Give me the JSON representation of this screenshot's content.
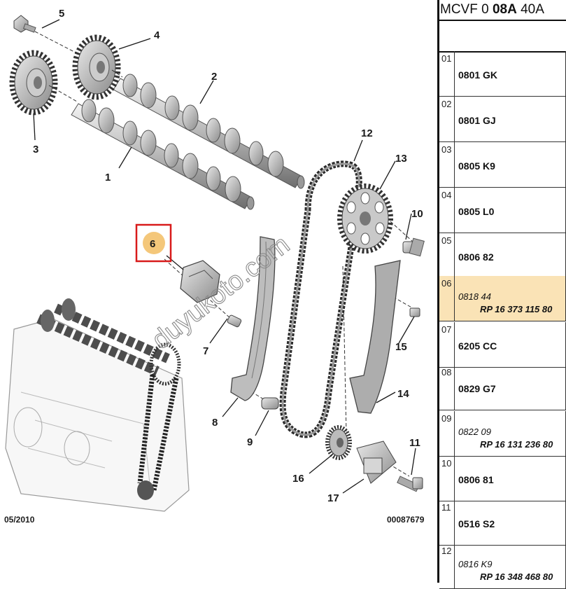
{
  "diagram": {
    "callouts": [
      "1",
      "2",
      "3",
      "4",
      "5",
      "6",
      "7",
      "8",
      "9",
      "10",
      "11",
      "12",
      "13",
      "14",
      "15",
      "16",
      "17"
    ],
    "highlighted_callout": "6",
    "date_code": "05/2010",
    "figure_number": "00087679",
    "watermark": "duyukoto.com",
    "highlight_color": "#d81b1b",
    "marker_color": "#f4c77a"
  },
  "parts_table": {
    "title_prefix": "MCVF 0 ",
    "title_bold": "08A",
    "title_suffix": " 40A",
    "selected_row": "06",
    "rows": [
      {
        "num": "01",
        "code": "0801 GK",
        "ref": ""
      },
      {
        "num": "02",
        "code": "0801 GJ",
        "ref": ""
      },
      {
        "num": "03",
        "code": "0805 K9",
        "ref": ""
      },
      {
        "num": "04",
        "code": "0805 L0",
        "ref": ""
      },
      {
        "num": "05",
        "code": "0806 82",
        "ref": ""
      },
      {
        "num": "06",
        "code": "0818 44",
        "ref": "RP 16 373 115 80"
      },
      {
        "num": "07",
        "code": "6205 CC",
        "ref": ""
      },
      {
        "num": "08",
        "code": "0829 G7",
        "ref": ""
      },
      {
        "num": "09",
        "code": "0822 09",
        "ref": "RP 16 131 236 80"
      },
      {
        "num": "10",
        "code": "0806 81",
        "ref": ""
      },
      {
        "num": "11",
        "code": "0516 S2",
        "ref": ""
      },
      {
        "num": "12",
        "code": "0816 K9",
        "ref": "RP 16 348 468 80"
      }
    ],
    "accent_color": "#fae3b6"
  }
}
